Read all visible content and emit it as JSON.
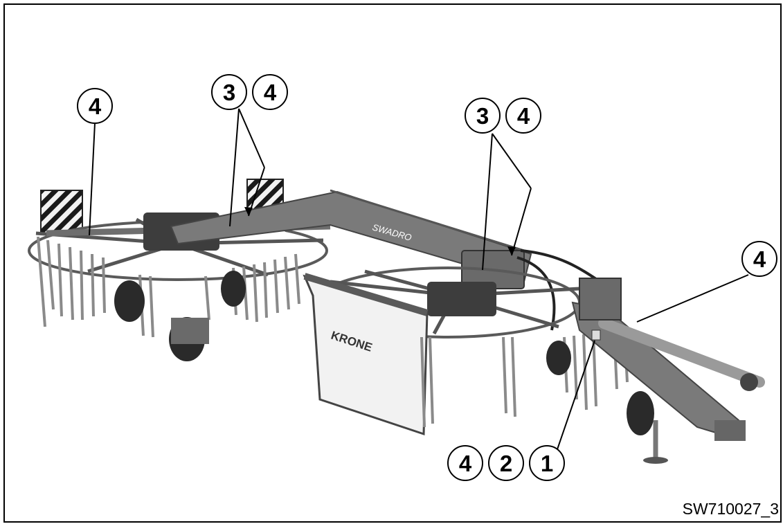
{
  "figure": {
    "reference_code": "SW710027_3",
    "machine_decals": {
      "brand_left": "KRONE",
      "brand_right": "KRONE",
      "arm_text": "SWADRO"
    },
    "callouts": [
      {
        "id": "c4-left",
        "number": "4"
      },
      {
        "id": "c3-center",
        "number": "3"
      },
      {
        "id": "c4-center",
        "number": "4"
      },
      {
        "id": "c3-right",
        "number": "3"
      },
      {
        "id": "c4-right",
        "number": "4"
      },
      {
        "id": "c4-far-right",
        "number": "4"
      },
      {
        "id": "c4-bottom",
        "number": "4"
      },
      {
        "id": "c2-bottom",
        "number": "2"
      },
      {
        "id": "c1-bottom",
        "number": "1"
      }
    ]
  },
  "colors": {
    "background": "#ffffff",
    "outline": "#000000",
    "machine_dark": "#4a4a4a",
    "machine_mid": "#8a8a8a",
    "machine_light": "#c8c8c8"
  }
}
